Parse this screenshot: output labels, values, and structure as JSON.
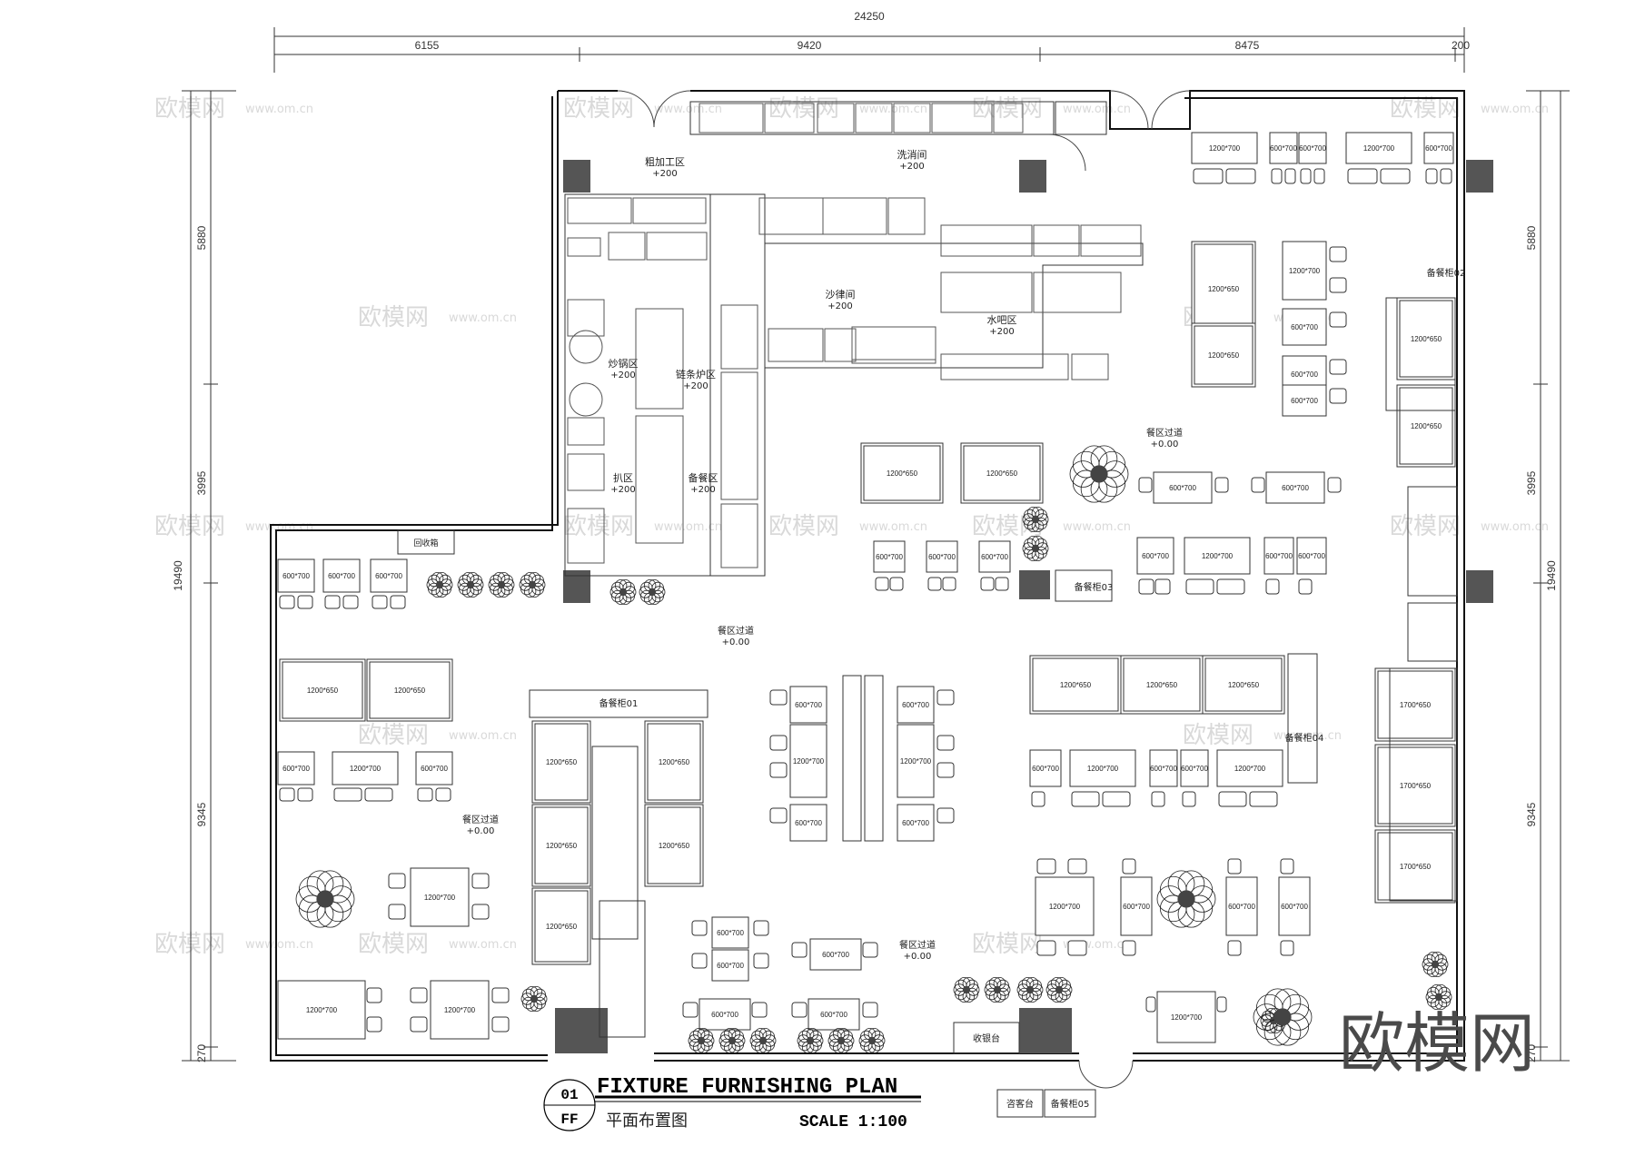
{
  "dimensions": {
    "overall": "24250",
    "top_segments": [
      "6155",
      "9420",
      "8475",
      "200"
    ],
    "left_total": "19490",
    "left_segments": [
      "5880",
      "3995",
      "9345",
      "270"
    ],
    "right_total": "19490",
    "right_segments": [
      "5880",
      "3995",
      "9345",
      "270"
    ]
  },
  "zones": [
    {
      "name": "粗加工区",
      "level": "+200"
    },
    {
      "name": "洗消间",
      "level": "+200"
    },
    {
      "name": "沙律间",
      "level": "+200"
    },
    {
      "name": "水吧区",
      "level": "+200"
    },
    {
      "name": "炒锅区",
      "level": "+200"
    },
    {
      "name": "链条炉区",
      "level": "+200"
    },
    {
      "name": "扒区",
      "level": "+200"
    },
    {
      "name": "备餐区",
      "level": "+200"
    },
    {
      "name": "餐区过道",
      "level": "+0.00"
    },
    {
      "name": "餐区过道",
      "level": "+0.00"
    },
    {
      "name": "餐区过道",
      "level": "+0.00"
    },
    {
      "name": "餐区过道",
      "level": "+0.00"
    }
  ],
  "station_labels": [
    "备餐柜01",
    "备餐柜02",
    "备餐柜03",
    "备餐柜04",
    "备餐柜05",
    "收银台",
    "咨客台",
    "回收箱"
  ],
  "table_labels": [
    "1200*700",
    "600*700",
    "1200*650",
    "1700*650"
  ],
  "title_block": {
    "number": "01",
    "code": "FF",
    "title": "FIXTURE FURNISHING PLAN",
    "subtitle": "平面布置图",
    "scale": "SCALE 1:100"
  },
  "watermark": {
    "logo": "欧模网",
    "site": "www.om.cn"
  }
}
